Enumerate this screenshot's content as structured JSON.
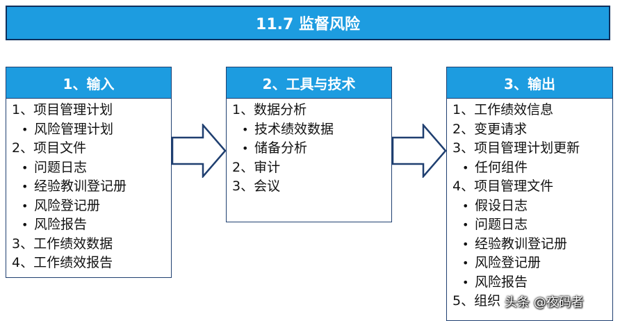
{
  "title": "11.7 监督风险",
  "inputs": {
    "header": "1、输入",
    "items": [
      {
        "text": "1、项目管理计划",
        "sub": false
      },
      {
        "text": "风险管理计划",
        "sub": true
      },
      {
        "text": "2、项目文件",
        "sub": false
      },
      {
        "text": "问题日志",
        "sub": true
      },
      {
        "text": "经验教训登记册",
        "sub": true
      },
      {
        "text": "风险登记册",
        "sub": true
      },
      {
        "text": "风险报告",
        "sub": true
      },
      {
        "text": "3、工作绩效数据",
        "sub": false
      },
      {
        "text": "4、工作绩效报告",
        "sub": false
      }
    ]
  },
  "tools": {
    "header": "2、工具与技术",
    "items": [
      {
        "text": "1、数据分析",
        "sub": false
      },
      {
        "text": "技术绩效数据",
        "sub": true
      },
      {
        "text": "储备分析",
        "sub": true
      },
      {
        "text": "2、审计",
        "sub": false
      },
      {
        "text": "3、会议",
        "sub": false
      }
    ]
  },
  "outputs": {
    "header": "3、输出",
    "items": [
      {
        "text": "1、工作绩效信息",
        "sub": false
      },
      {
        "text": "2、变更请求",
        "sub": false
      },
      {
        "text": "3、项目管理计划更新",
        "sub": false
      },
      {
        "text": "任何组件",
        "sub": true
      },
      {
        "text": "4、项目管理文件",
        "sub": false
      },
      {
        "text": "假设日志",
        "sub": true
      },
      {
        "text": "问题日志",
        "sub": true
      },
      {
        "text": "经验教训登记册",
        "sub": true
      },
      {
        "text": "风险登记册",
        "sub": true
      },
      {
        "text": "风险报告",
        "sub": true
      },
      {
        "text": "5、组织",
        "sub": false
      }
    ]
  },
  "watermark": "头条 @夜码者",
  "colors": {
    "header_fill": "#1d9ce0",
    "border": "#1f3f70",
    "arrow": "#1f3f70"
  }
}
